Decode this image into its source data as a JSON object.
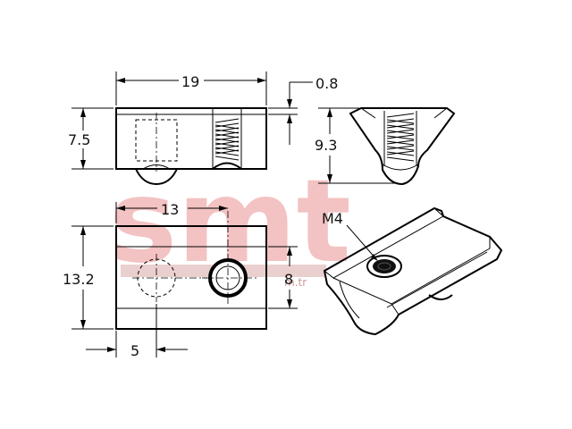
{
  "watermark": {
    "text": "smt",
    "color": "#f2b8b8",
    "stripe_color": "#d9a7a7",
    "small_text": "m.tr"
  },
  "dimensions": {
    "top_width": "19",
    "top_height": "7.5",
    "top_thickness": "0.8",
    "side_height": "9.3",
    "bottom_hole_offset": "13",
    "bottom_height": "13.2",
    "bottom_hole_height": "8",
    "bottom_left_offset": "5"
  },
  "thread_label": "M4",
  "colors": {
    "line": "#000000",
    "body_fill": "#ffffff",
    "dim_text": "#111111"
  }
}
